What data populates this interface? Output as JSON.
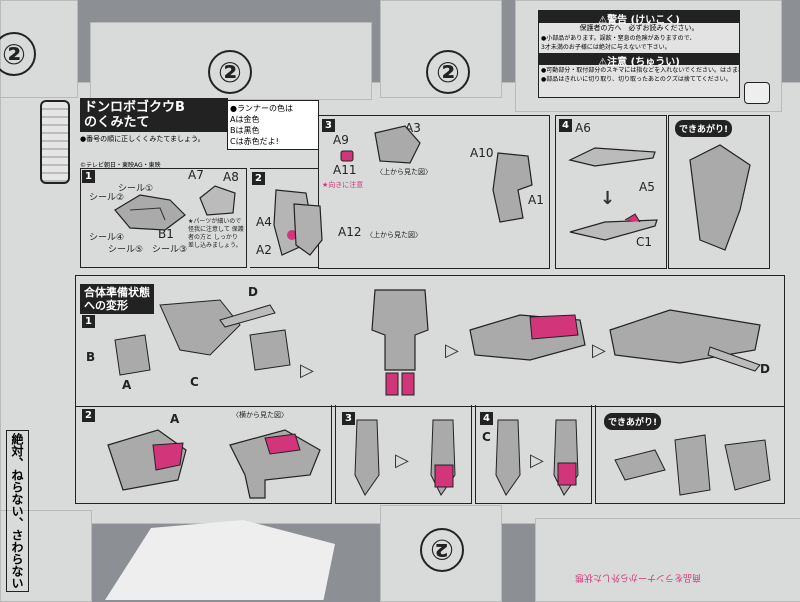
{
  "big_two_labels": [
    "②",
    "②",
    "②",
    "②"
  ],
  "title": {
    "line1": "ドンロボゴクウB",
    "line2": "のくみたて",
    "note": "●番号の順に正しくくみたてましょう。",
    "copyright": "©テレビ朝日・東映AG・東映"
  },
  "runner_note": {
    "head": "●ランナーの色は",
    "a": "Aは金色",
    "b": "Bは黒色",
    "c": "Cは赤色だよ!"
  },
  "warning": {
    "title": "⚠警告 (けいこく)",
    "sub": "保護者の方へ　必ずお読みください。",
    "lines": [
      "●小部品があります。誤飲・窒息の危険がありますので、",
      "3才未満のお子様には絶対に与えないで下さい。"
    ]
  },
  "caution": {
    "title": "⚠注意 (ちゅうい)",
    "lines": [
      "●可動部分・取付部分のスキマには指などを入れないでください。はさまれてケガをするおそれがあります。",
      "●部品はきれいに切り取り、切り取ったあとのクズは捨ててください。"
    ]
  },
  "steps": {
    "s1": "1",
    "s2": "2",
    "s3": "3",
    "s4": "4",
    "t1": "1",
    "t2": "2",
    "t3": "3",
    "t4": "4"
  },
  "parts": {
    "a7": "A7",
    "a8": "A8",
    "b1": "B1",
    "seal1": "シール①",
    "seal2": "シール②",
    "seal3": "シール③",
    "seal4": "シール④",
    "seal5": "シール⑤",
    "a4": "A4",
    "a2": "A2",
    "a12": "A12",
    "a9": "A9",
    "a3": "A3",
    "a11": "A11",
    "a10": "A10",
    "a1": "A1",
    "a6": "A6",
    "a5": "A5",
    "c1": "C1",
    "p_note": "★パーツが細いので 怪我に注意して 保護者の方と しっかり 差し込みましょう。",
    "from_top": "〈上から見た図〉",
    "from_side": "〈横から見た図〉",
    "mid_note": "★向きに注意"
  },
  "done_label": "できあがり!",
  "transform": {
    "line1": "合体準備状態",
    "line2": "への変形",
    "a": "A",
    "b": "B",
    "c": "C",
    "d": "D"
  },
  "side_text": "絶対、ねらない、さわらない",
  "bottom_text": "商品をランナーから外した状態",
  "colors": {
    "paper": "#d9dada",
    "ink": "#222222",
    "accent": "#d2357a",
    "background": "#8c8f93"
  }
}
